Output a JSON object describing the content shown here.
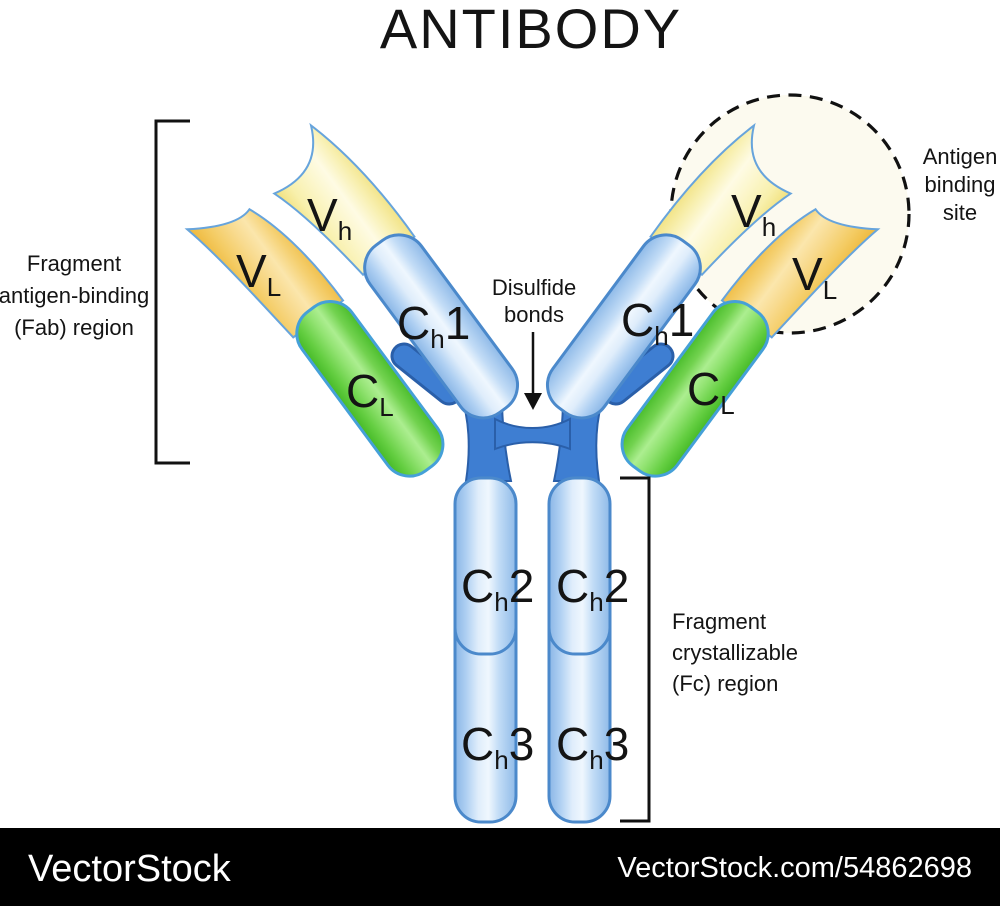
{
  "title": "ANTIBODY",
  "annotations": {
    "fab_region": {
      "line1": "Fragment",
      "line2": "antigen-binding",
      "line3": "(Fab) region"
    },
    "disulfide": {
      "line1": "Disulfide",
      "line2": "bonds"
    },
    "antigen_site": {
      "line1": "Antigen",
      "line2": "binding",
      "line3": "site"
    },
    "fc_region": {
      "line1": "Fragment",
      "line2": "crystallizable",
      "line3": "(Fc) region"
    }
  },
  "domains": {
    "vh": {
      "base": "V",
      "sub": "h"
    },
    "vl": {
      "base": "V",
      "sub": "L"
    },
    "ch1": {
      "base": "C",
      "sub": "h",
      "num": "1"
    },
    "ch2": {
      "base": "C",
      "sub": "h",
      "num": "2"
    },
    "ch3": {
      "base": "C",
      "sub": "h",
      "num": "3"
    },
    "cl": {
      "base": "C",
      "sub": "L"
    }
  },
  "watermark": {
    "brand": "VectorStock",
    "credit": "VectorStock.com/54862698"
  },
  "colors": {
    "heavy_chain_blue": "#AFD2F2",
    "light_chain_green": "#6FD149",
    "variable_heavy_yellow": "#FBF4C4",
    "variable_light_gold": "#F5CD68",
    "hinge_blue": "#3E7ED2",
    "outline_blue": "#4B89CB",
    "text": "#141414",
    "watermark_bg": "#000000",
    "watermark_text": "#FFFFFF"
  }
}
